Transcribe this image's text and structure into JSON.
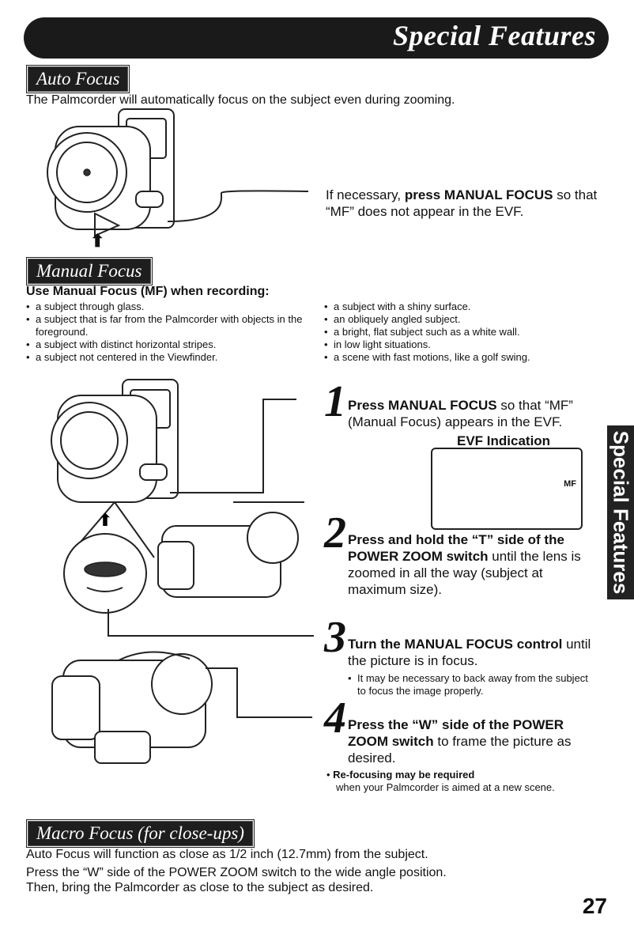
{
  "page": {
    "title": "Special Features",
    "side_tab": "Special Features",
    "page_number": "27"
  },
  "auto_focus": {
    "heading": "Auto Focus",
    "intro": "The Palmcorder will automatically focus on the subject even during zooming.",
    "instruction_pre": "If necessary, ",
    "instruction_bold": "press MANUAL FOCUS",
    "instruction_post": " so that “MF” does not appear in the EVF."
  },
  "manual_focus": {
    "heading": "Manual Focus",
    "subheading": "Use Manual Focus (MF) when recording:",
    "left_bullets": [
      "a subject through glass.",
      "a subject that is far from the Palmcorder with objects in the foreground.",
      "a subject with distinct horizontal stripes.",
      "a subject not centered in the Viewfinder."
    ],
    "right_bullets": [
      "a subject with a shiny surface.",
      "an obliquely angled subject.",
      "a bright, flat subject such as a white wall.",
      "in low light situations.",
      "a scene with fast motions, like a golf swing."
    ],
    "steps": [
      {
        "num": "1",
        "bold": "Press MANUAL FOCUS",
        "rest": " so that “MF” (Manual Focus) appears in the EVF."
      },
      {
        "num": "2",
        "bold": "Press and hold the “T” side of the POWER ZOOM switch",
        "rest": " until the lens is zoomed in all the way (subject at maximum size)."
      },
      {
        "num": "3",
        "bold": "Turn the MANUAL FOCUS control",
        "rest": " until the picture is in focus."
      },
      {
        "num": "4",
        "bold": "Press the “W” side of the POWER ZOOM switch",
        "rest": " to frame the picture as desired."
      }
    ],
    "step3_note": "It may be necessary to back away from the subject to focus the image properly.",
    "evf_label": "EVF Indication",
    "evf_mf": "MF",
    "refocus_bold": "Re-focusing may be required",
    "refocus_text": "when your Palmcorder is aimed at a new scene."
  },
  "macro_focus": {
    "heading": "Macro Focus (for close-ups)",
    "line1": "Auto Focus will function as close as 1/2 inch (12.7mm) from the subject.",
    "line2": "Press the “W” side of the POWER ZOOM switch to the wide angle position.",
    "line3": "Then, bring the Palmcorder as close to the subject as desired."
  }
}
